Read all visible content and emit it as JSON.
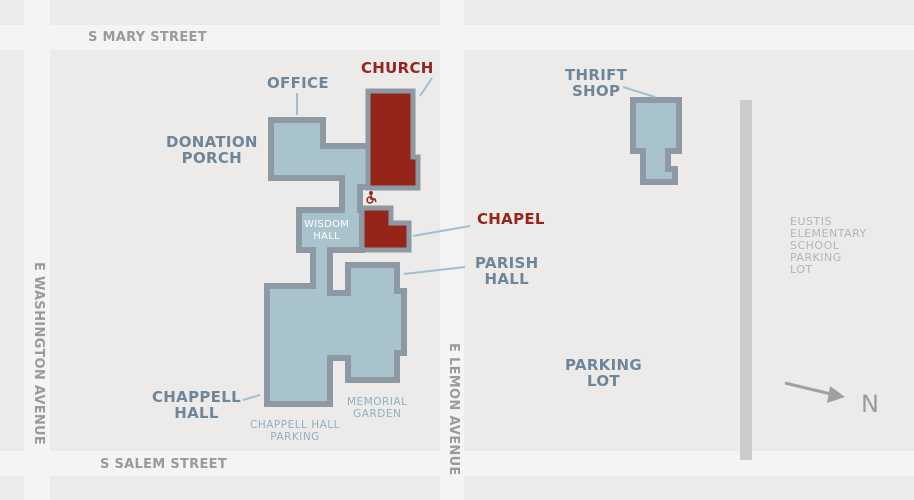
{
  "streets": {
    "north": "S MARY STREET",
    "south": "S SALEM STREET",
    "west": "E WASHINGTON AVENUE",
    "middle": "E LEMON AVENUE"
  },
  "buildings": {
    "office": "OFFICE",
    "church": "CHURCH",
    "donation_porch": [
      "DONATION",
      "PORCH"
    ],
    "wisdom_hall": [
      "WISDOM",
      "HALL"
    ],
    "chapel": "CHAPEL",
    "parish_hall": [
      "PARISH",
      "HALL"
    ],
    "chappell_hall": [
      "CHAPPELL",
      "HALL"
    ],
    "thrift_shop": [
      "THRIFT",
      "SHOP"
    ]
  },
  "areas": {
    "chappell_parking": [
      "CHAPPELL HALL",
      "PARKING"
    ],
    "memorial_garden": [
      "MEMORIAL",
      "GARDEN"
    ],
    "parking_lot": [
      "PARKING",
      "LOT"
    ],
    "eustis": [
      "EUSTIS",
      "ELEMENTARY",
      "SCHOOL",
      "PARKING",
      "LOT"
    ]
  },
  "compass": "N",
  "colors": {
    "background": "#ecebea",
    "road": "#f5f4f4",
    "building": "#a9c3cd",
    "outline": "#8e9aa3",
    "church": "#962519",
    "label": "#6f8699"
  }
}
